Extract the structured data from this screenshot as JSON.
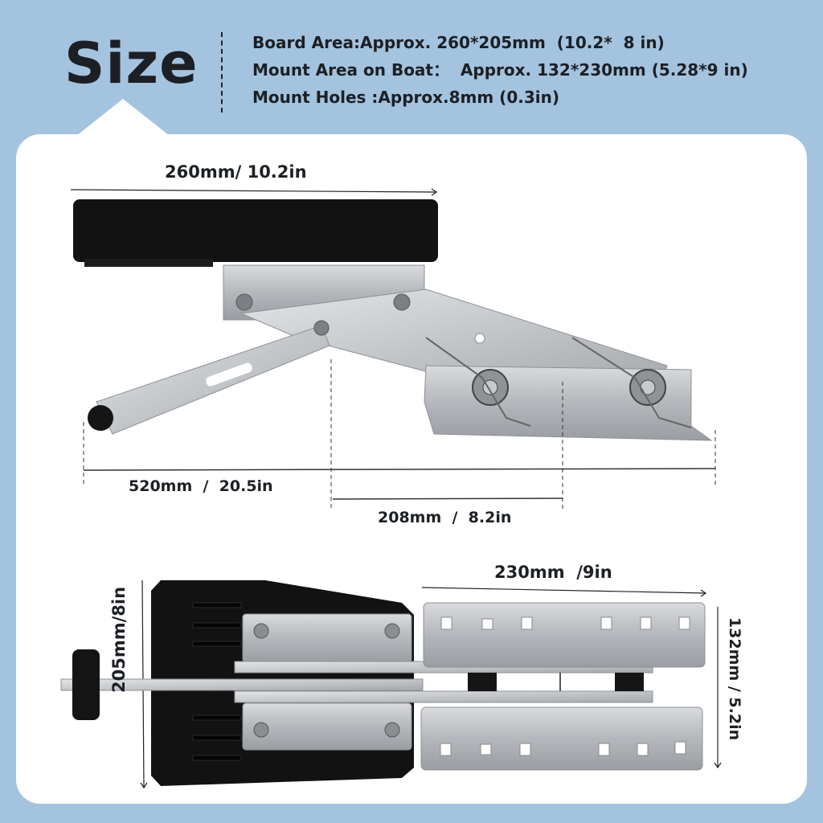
{
  "header": {
    "title": "Size",
    "specs": [
      "Board Area:Approx. 260*205mm  (10.2*  8 in)",
      "Mount Area on Boat：  Approx. 132*230mm (5.28*9 in)",
      "Mount Holes :Approx.8mm (0.3in)"
    ]
  },
  "side_view": {
    "board_width": "260mm/ 10.2in",
    "total_length": "520mm  /  20.5in",
    "mount_length": "208mm  /  8.2in"
  },
  "top_view": {
    "mount_width": "230mm  /9in",
    "board_depth": "205mm/8in",
    "mount_depth": "132mm / 5.2in"
  },
  "colors": {
    "background": "#a3c3df",
    "panel": "#ffffff",
    "text": "#1c1f24",
    "board": "#111111",
    "metal": "#b9bcc0"
  }
}
